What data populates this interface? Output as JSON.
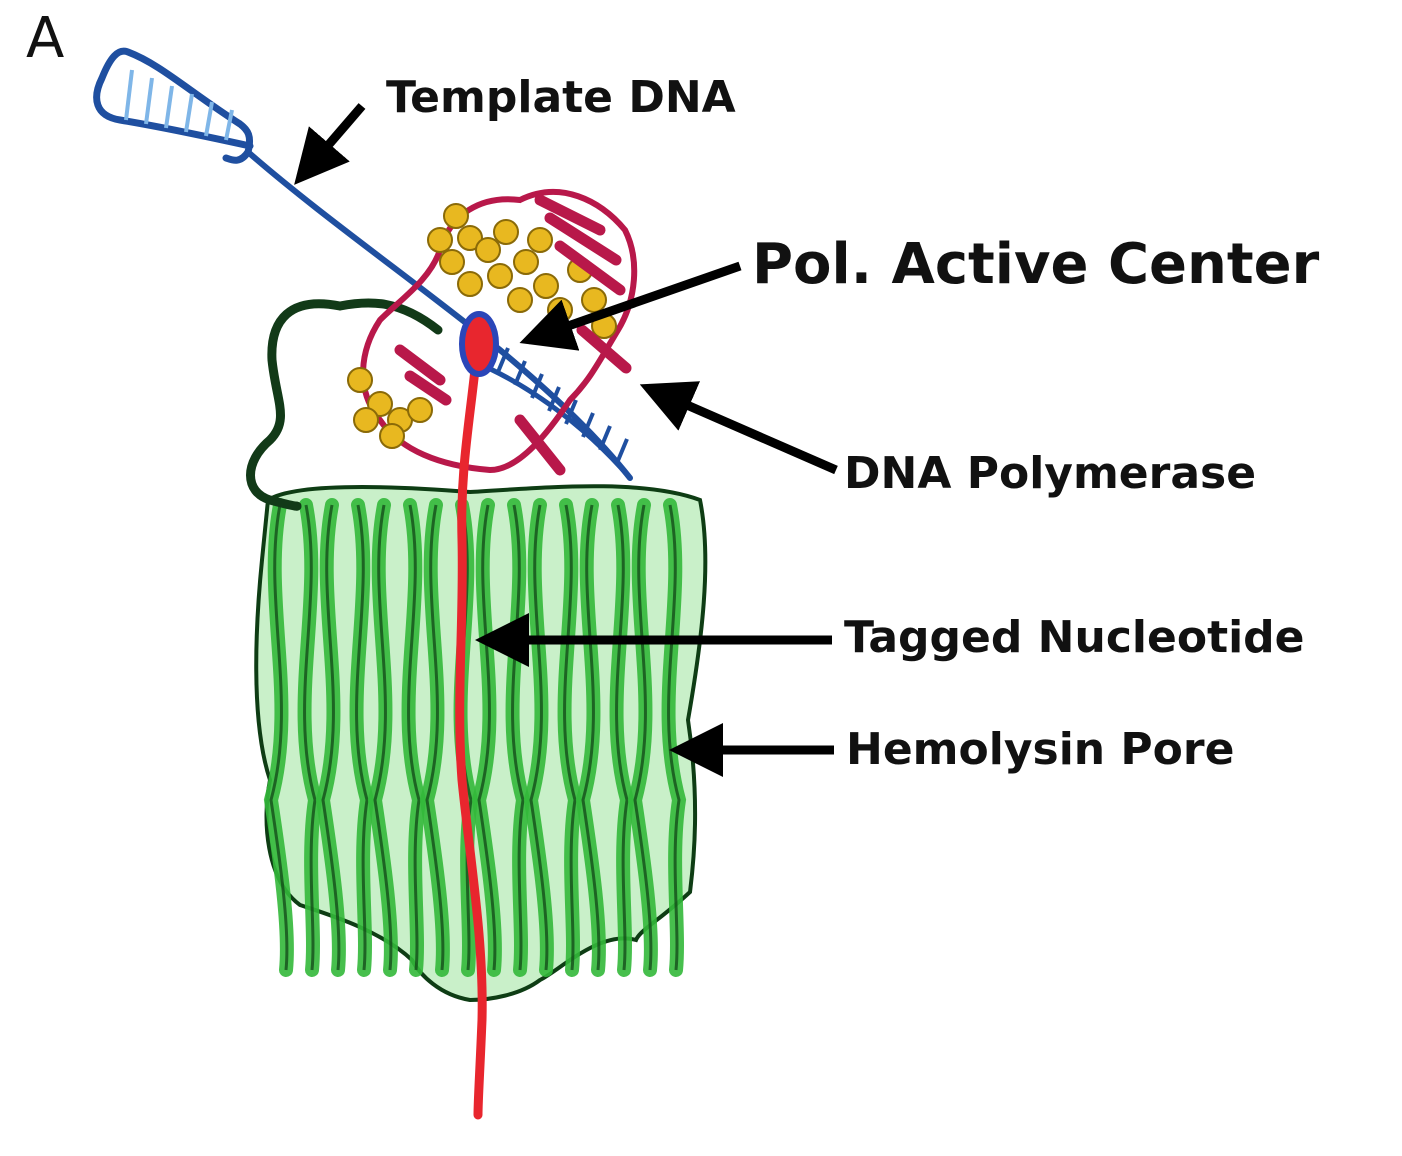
{
  "panel_letter": "A",
  "labels": {
    "template_dna": "Template DNA",
    "pol_active_center": "Pol. Active Center",
    "dna_polymerase": "DNA Polymerase",
    "tagged_nucleotide": "Tagged Nucleotide",
    "hemolysin_pore": "Hemolysin Pore"
  },
  "colors": {
    "dna": "#1f4fa0",
    "dna_light": "#7fb6e8",
    "tag": "#e8262e",
    "active_center_ring": "#2a46b8",
    "pore_green": "#33b83a",
    "pore_dark": "#0e3d14",
    "polymerase_helix": "#e8b820",
    "polymerase_sheet": "#b8184a",
    "linker": "#123a18",
    "arrow": "#000000"
  }
}
